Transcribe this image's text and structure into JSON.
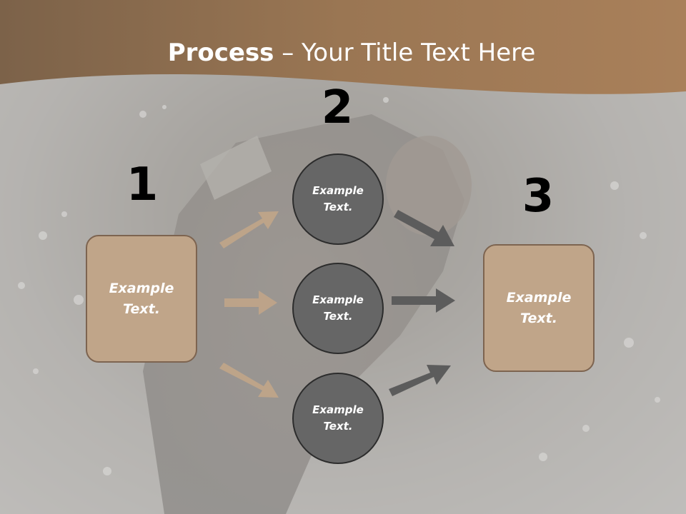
{
  "title": {
    "bold": "Process",
    "rest": " – Your Title Text Here"
  },
  "colors": {
    "header": "#9a7653",
    "box_fill": "#c0a589",
    "circle_fill": "#666666",
    "arrow_tan": "#c0a589",
    "arrow_gray": "#5c5c5c"
  },
  "steps": [
    {
      "number": "1",
      "label": "Example Text."
    },
    {
      "number": "2",
      "items": [
        "Example Text.",
        "Example Text.",
        "Example Text."
      ]
    },
    {
      "number": "3",
      "label": "Example Text."
    }
  ]
}
